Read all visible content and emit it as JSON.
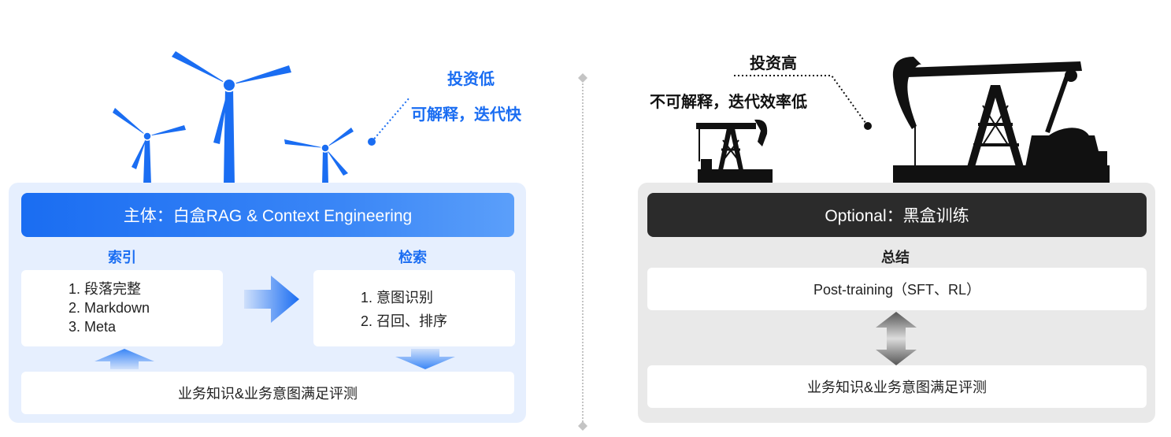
{
  "left": {
    "annotation": {
      "line1": "投资低",
      "line2": "可解释，迭代快"
    },
    "header": "主体：白盒RAG & Context Engineering",
    "index": {
      "label": "索引",
      "items": [
        "1.  段落完整",
        "2.  Markdown",
        "3.  Meta"
      ]
    },
    "retrieval": {
      "label": "检索",
      "items": [
        "1.  意图识别",
        "2.  召回、排序"
      ]
    },
    "bottom": "业务知识&业务意图满足评测",
    "accent_color": "#1a6df2"
  },
  "right": {
    "annotation": {
      "line1": "投资高",
      "line2": "不可解释，迭代效率低"
    },
    "header": "Optional：黑盒训练",
    "summary": {
      "label": "总结",
      "box": "Post-training（SFT、RL）"
    },
    "bottom": "业务知识&业务意图满足评测",
    "header_color": "#2b2b2b"
  },
  "icons": [
    "wind-turbine-icon",
    "oil-pumpjack-icon",
    "arrow-right-icon",
    "arrow-up-icon",
    "arrow-down-icon",
    "double-arrow-icon"
  ]
}
